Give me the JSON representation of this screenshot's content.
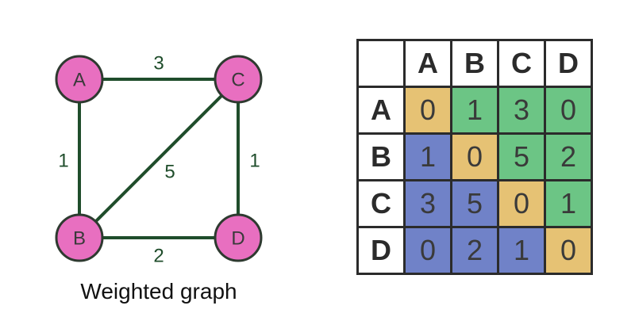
{
  "graph": {
    "caption": "Weighted graph",
    "nodes": [
      "A",
      "B",
      "C",
      "D"
    ],
    "edges": [
      {
        "from": "A",
        "to": "C",
        "weight": "3"
      },
      {
        "from": "A",
        "to": "B",
        "weight": "1"
      },
      {
        "from": "C",
        "to": "D",
        "weight": "1"
      },
      {
        "from": "B",
        "to": "C",
        "weight": "5"
      },
      {
        "from": "B",
        "to": "D",
        "weight": "2"
      }
    ],
    "colors": {
      "node_fill": "#e86fc0",
      "edge": "#1f4d2b"
    }
  },
  "matrix": {
    "headers": [
      "A",
      "B",
      "C",
      "D"
    ],
    "rows": [
      {
        "label": "A",
        "values": [
          "0",
          "1",
          "3",
          "0"
        ]
      },
      {
        "label": "B",
        "values": [
          "1",
          "0",
          "5",
          "2"
        ]
      },
      {
        "label": "C",
        "values": [
          "3",
          "5",
          "0",
          "1"
        ]
      },
      {
        "label": "D",
        "values": [
          "0",
          "2",
          "1",
          "0"
        ]
      }
    ],
    "colors": {
      "diagonal": "#e6c274",
      "upper": "#6cc585",
      "lower": "#7082c8"
    }
  }
}
